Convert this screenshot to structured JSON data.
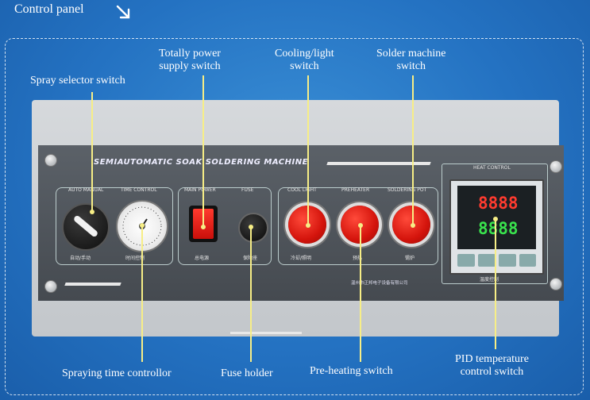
{
  "header": {
    "title": "Control panel",
    "arrow_icon": "arrow-down-right-icon"
  },
  "machine": {
    "name_plate": "SEMIAUTOMATIC SOAK SOLDERING MACHINE",
    "heat_control_caption": "HEAT CONTROL",
    "maker_text": "温州市正邦电子设备有限公司",
    "pid_bottom_text": "温度控制",
    "sections": {
      "selector": {
        "top_left": "AUTO MANUAL",
        "top_right": "TIME CONTROL",
        "bottom_left": "自动/手动",
        "bottom_right": "时间控制"
      },
      "power": {
        "top_left": "MAIN POWER",
        "top_right": "FUSE",
        "bottom_left": "总电源",
        "bottom_right": "保险座"
      },
      "buttons": {
        "top": [
          "COOL LIGHT",
          "PREHEATER",
          "SOLDERING POT"
        ],
        "bottom": [
          "冷却/照明",
          "预热",
          "锡炉"
        ]
      }
    },
    "pid_display": {
      "pv": "8888",
      "sv": "8888",
      "pv_color": "#ff3b2f",
      "sv_color": "#39e24d"
    }
  },
  "labels": {
    "spray_selector": "Spray selector switch",
    "main_power": [
      "Totally power",
      "supply switch"
    ],
    "cooling": [
      "Cooling/light",
      "switch"
    ],
    "solder": [
      "Solder machine",
      "switch"
    ],
    "spray_timer": "Spraying time controllor",
    "fuse": "Fuse holder",
    "preheat": "Pre-heating switch",
    "pid": [
      "PID temperature",
      "control switch"
    ]
  },
  "colors": {
    "background": "#2472c2",
    "leader": "#f7ee86",
    "button_red": "#d4140c"
  }
}
